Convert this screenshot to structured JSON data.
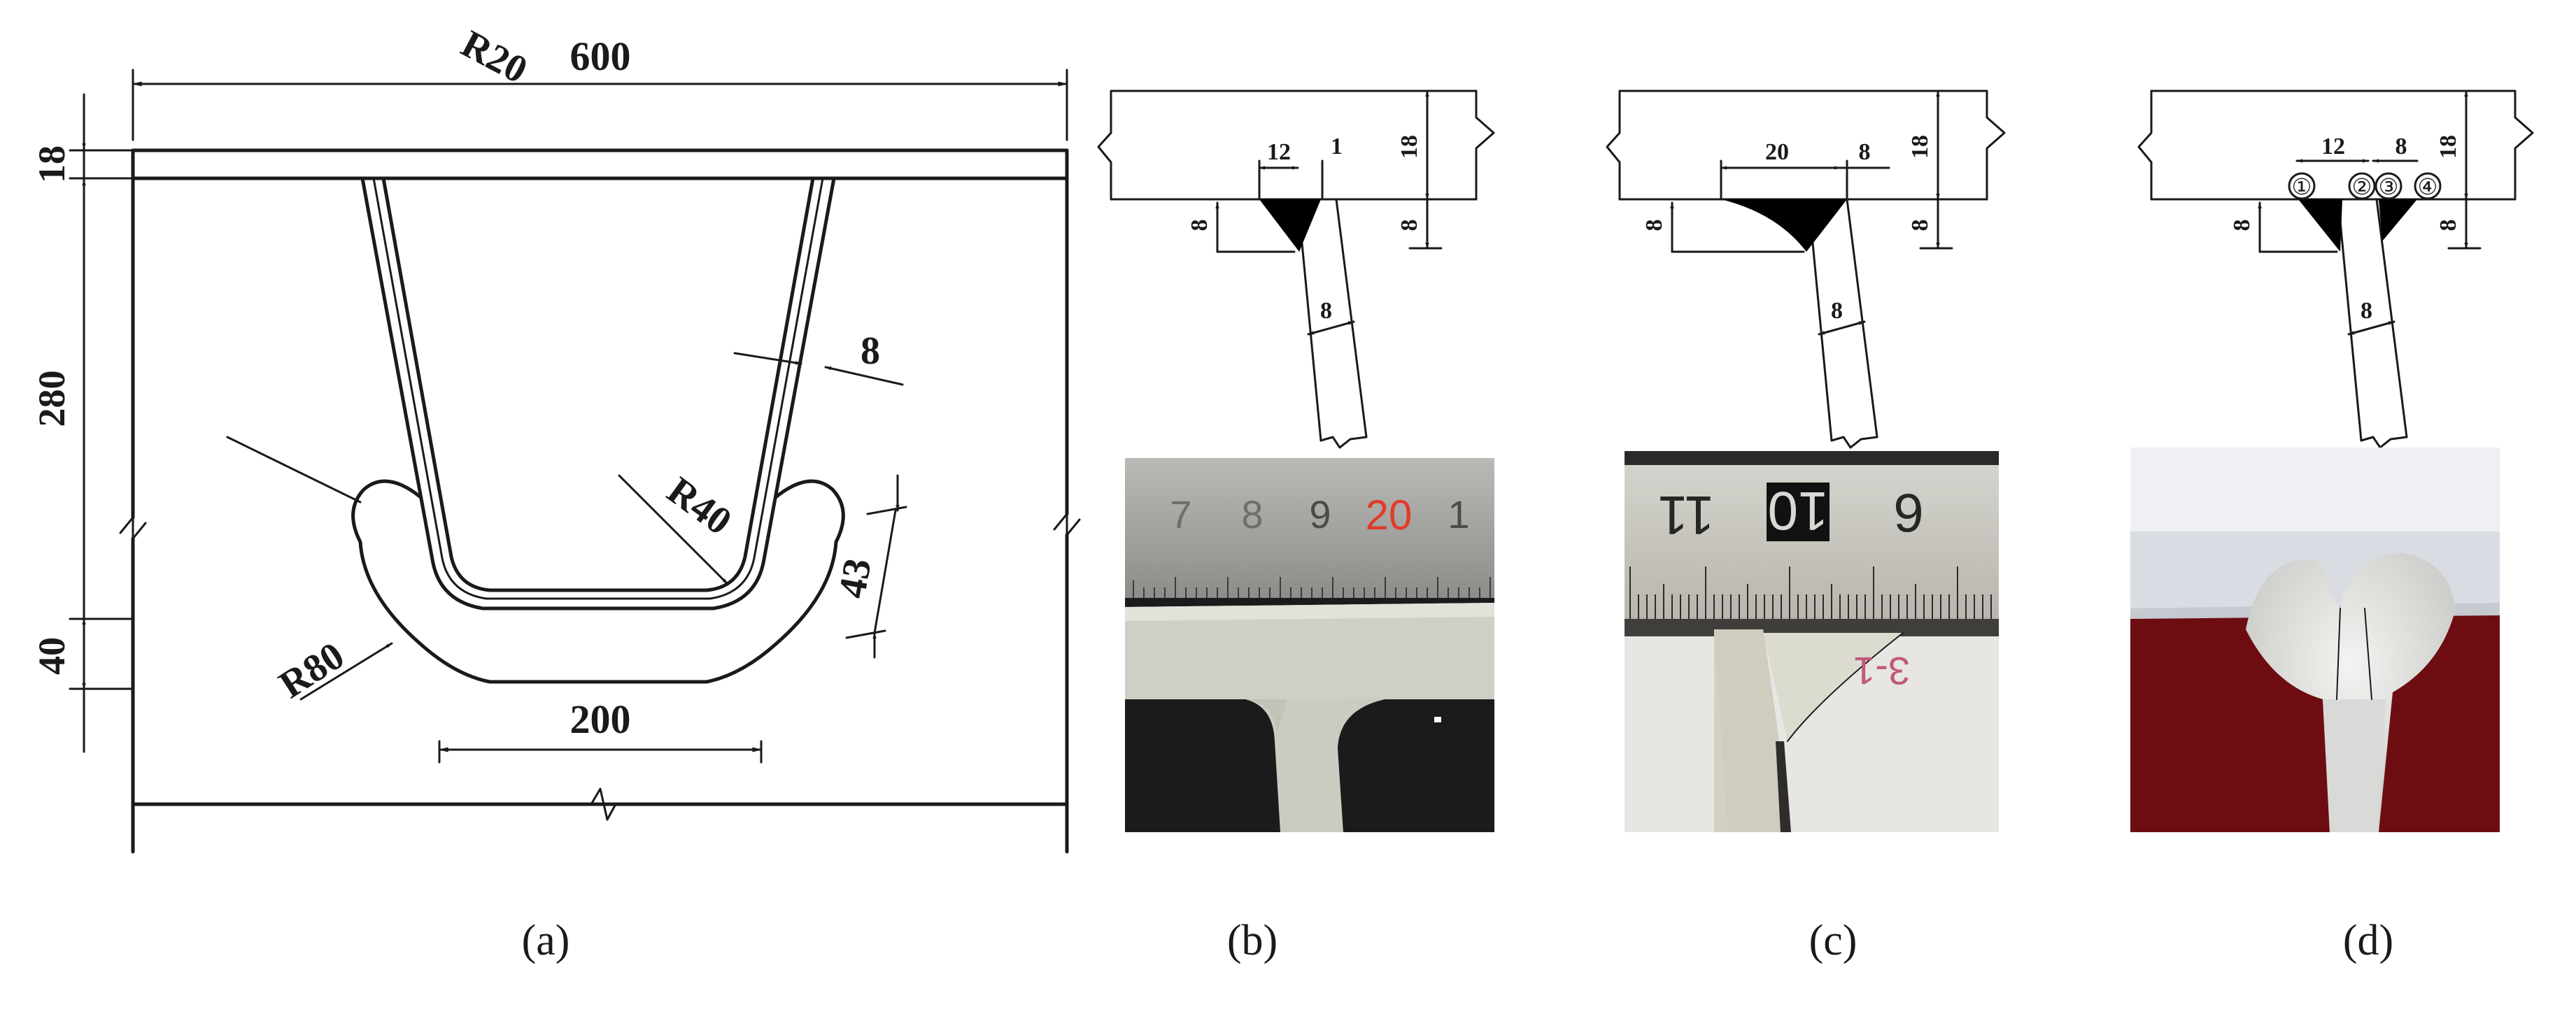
{
  "panel_a": {
    "dim_width": "600",
    "dim_plate": "18",
    "dim_height": "280",
    "dim_bottom": "40",
    "dim_rib_thickness": "8",
    "dim_r20": "R20",
    "dim_r40": "R40",
    "dim_r80": "R80",
    "dim_cut": "43",
    "dim_bottom_width": "200",
    "caption": "(a)"
  },
  "panel_b": {
    "dim_weld_width": "12",
    "dim_gap": "1",
    "dim_plate": "18",
    "dim_depth_left": "8",
    "dim_depth_right": "8",
    "dim_rib": "8",
    "ruler_ticks": [
      "7",
      "8",
      "9",
      "20",
      "1"
    ],
    "caption": "(b)"
  },
  "panel_c": {
    "dim_weld_width": "20",
    "dim_gap": "8",
    "dim_plate": "18",
    "dim_depth_left": "8",
    "dim_depth_right": "8",
    "dim_rib": "8",
    "ruler_ticks": [
      "11",
      "10",
      "9"
    ],
    "specimen_mark": "3-1",
    "caption": "(c)"
  },
  "panel_d": {
    "dim_weld_width": "12",
    "dim_gap": "8",
    "dim_plate": "18",
    "dim_depth_left": "8",
    "dim_depth_right": "8",
    "dim_rib": "8",
    "pass_labels": [
      "①",
      "②",
      "③",
      "④"
    ],
    "caption": "(d)"
  },
  "colors": {
    "line": "#1a1a1a",
    "weld": "#000000",
    "ruler_steel": "#9a9a98",
    "etch_red": "#6d0d12",
    "ruler_red_digit": "#e23a2a"
  }
}
